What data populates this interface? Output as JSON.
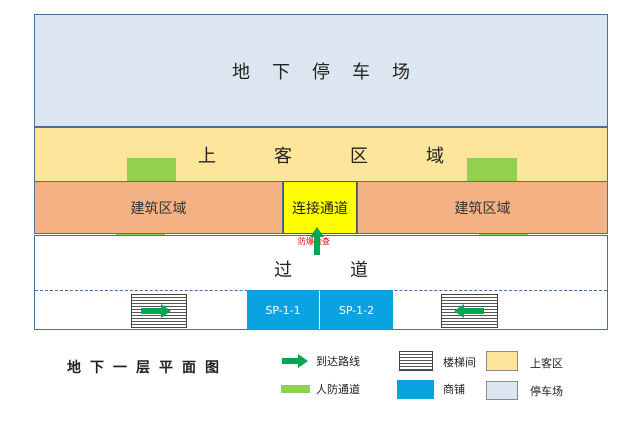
{
  "parking": {
    "label": "地下停车场",
    "color": "#dce6f1"
  },
  "boarding_zone": {
    "label": "上客区域",
    "color": "#fde59b"
  },
  "building_left": {
    "label": "建筑区域"
  },
  "building_right": {
    "label": "建筑区域"
  },
  "connector": {
    "label": "连接通道",
    "color": "#ffff00"
  },
  "security_check": {
    "label": "防爆检查"
  },
  "corridor": {
    "label": "过道"
  },
  "shops": [
    {
      "id": "SP-1-1"
    },
    {
      "id": "SP-1-2"
    }
  ],
  "floor_title": "地下一层平面图",
  "legend": {
    "arrival_route": "到达路线",
    "civil_defense": "人防通道",
    "stairwell": "楼梯间",
    "shop": "商铺",
    "boarding": "上客区",
    "parking": "停车场"
  },
  "colors": {
    "building": "#f4b183",
    "green": "#92d050",
    "shop": "#0aa2e0",
    "arrow": "#00a651",
    "border": "#4a6f9b"
  }
}
